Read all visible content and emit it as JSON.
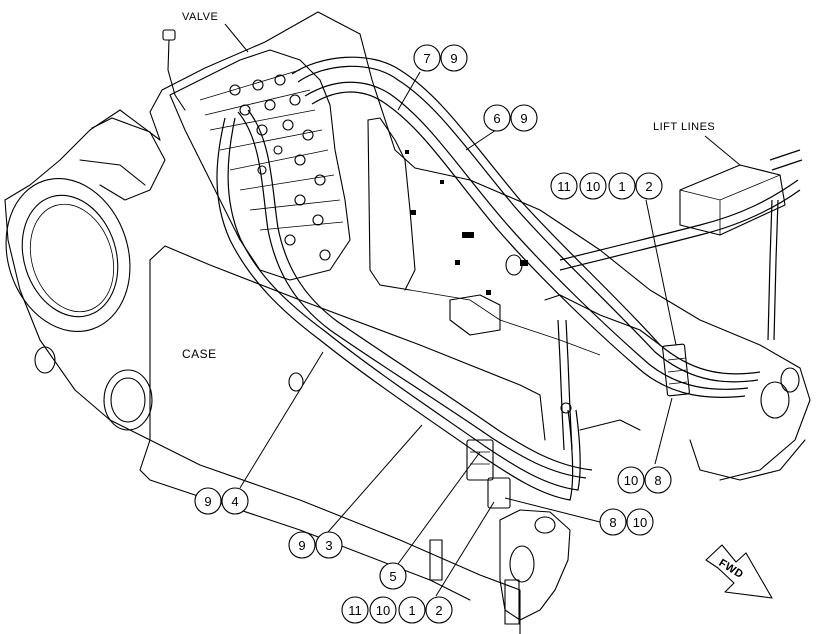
{
  "labels": {
    "valve": "VALVE",
    "lift_lines": "LIFT LINES",
    "case": "CASE",
    "fwd": "FWD"
  },
  "callouts": {
    "c7_9": [
      "7",
      "9"
    ],
    "c6_9": [
      "6",
      "9"
    ],
    "c11_10_1_2_top": [
      "11",
      "10",
      "1",
      "2"
    ],
    "c10_8_right": [
      "10",
      "8"
    ],
    "c8_10_mid": [
      "8",
      "10"
    ],
    "c9_4": [
      "9",
      "4"
    ],
    "c9_3": [
      "9",
      "3"
    ],
    "c5": [
      "5"
    ],
    "c11_10_1_2_bottom": [
      "11",
      "10",
      "1",
      "2"
    ]
  }
}
